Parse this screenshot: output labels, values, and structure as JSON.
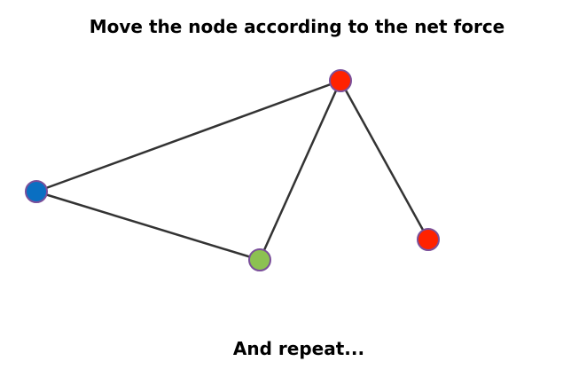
{
  "title": "Move the node according to the net force",
  "footer": "And repeat...",
  "colors": {
    "edge": "#333333",
    "node_stroke": "#7a4f9a",
    "red": "#ff2200",
    "blue": "#0a6fc2",
    "green": "#8cc152"
  },
  "graph": {
    "nodes": [
      {
        "id": "top",
        "color": "red"
      },
      {
        "id": "left",
        "color": "blue"
      },
      {
        "id": "bottom",
        "color": "green"
      },
      {
        "id": "right",
        "color": "red"
      }
    ],
    "edges": [
      [
        "top",
        "left"
      ],
      [
        "left",
        "bottom"
      ],
      [
        "bottom",
        "top"
      ],
      [
        "top",
        "right"
      ]
    ]
  }
}
